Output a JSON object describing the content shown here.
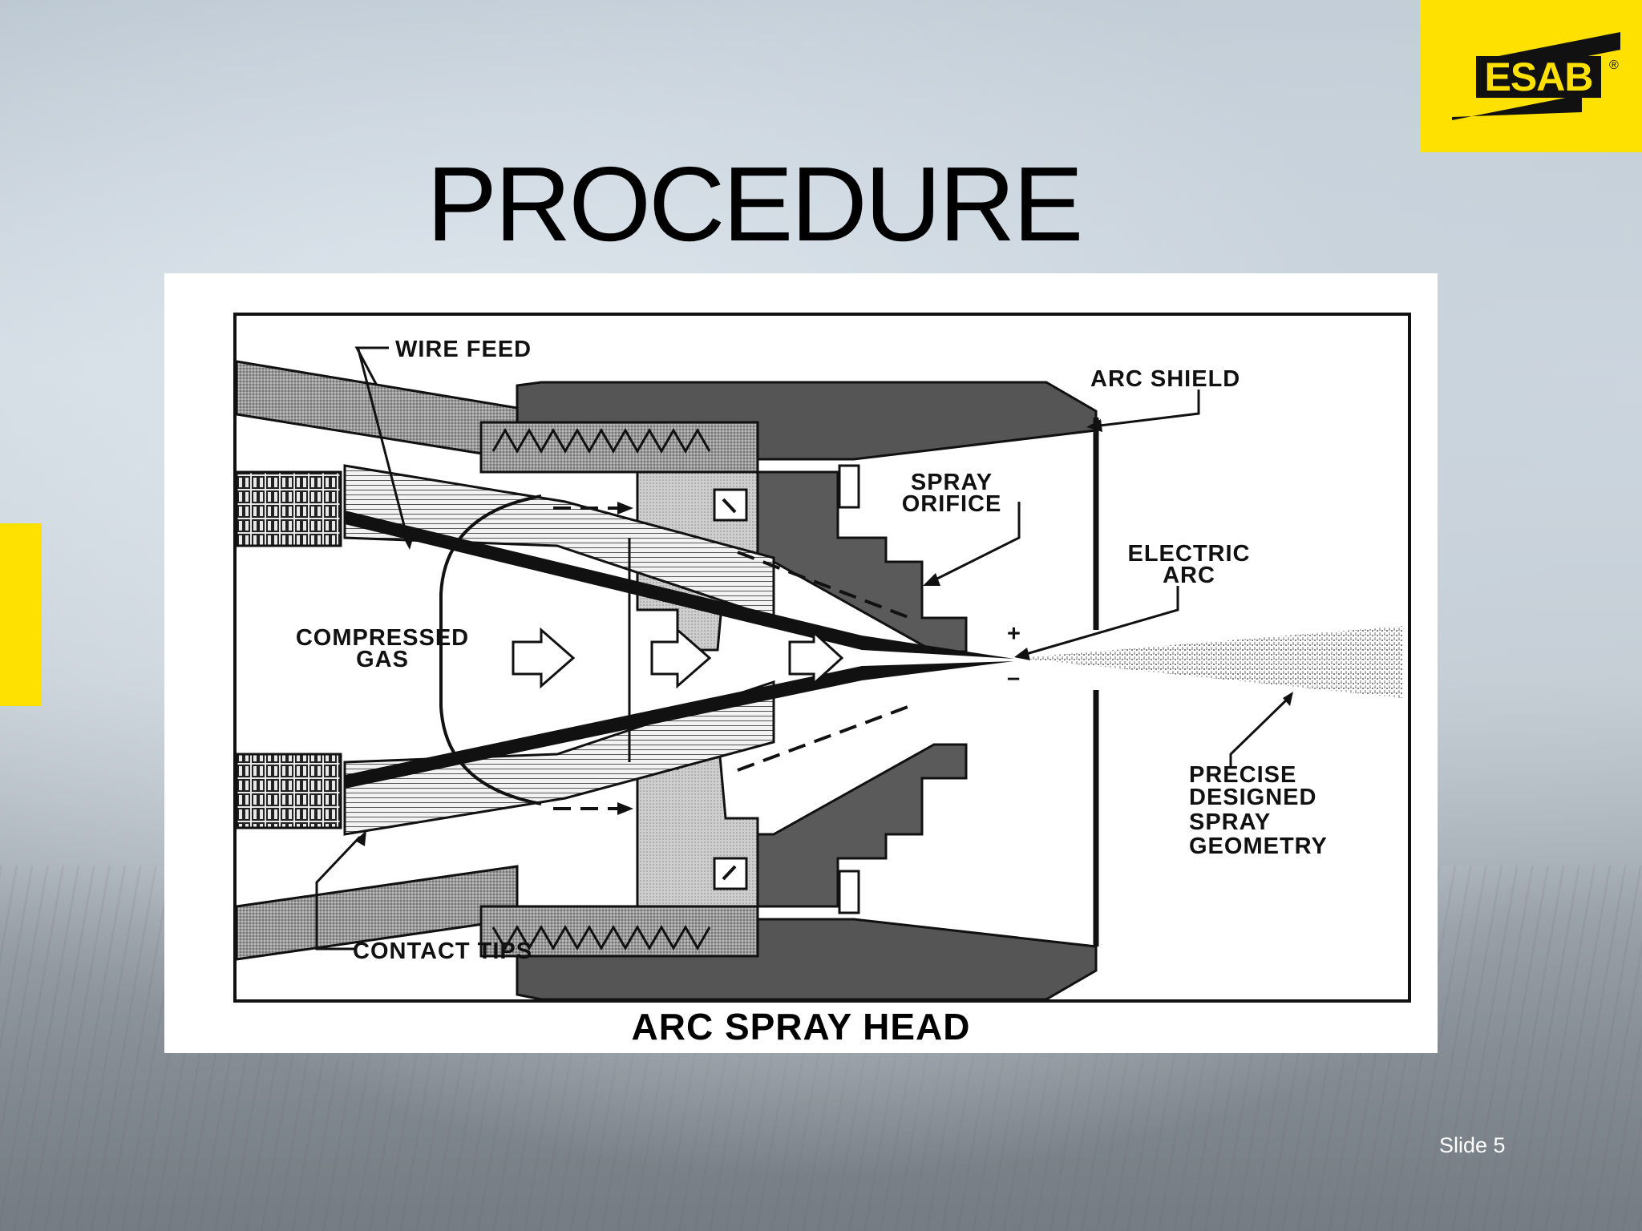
{
  "logo": {
    "text": "ESAB",
    "registered_mark": "®",
    "brand_color": "#ffe100"
  },
  "title": "PROCEDURE",
  "diagram": {
    "caption": "ARC SPRAY HEAD",
    "labels": {
      "wire_feed": "WIRE FEED",
      "arc_shield": "ARC SHIELD",
      "spray_orifice_1": "SPRAY",
      "spray_orifice_2": "ORIFICE",
      "electric_arc_1": "ELECTRIC",
      "electric_arc_2": "ARC",
      "compressed_gas_1": "COMPRESSED",
      "compressed_gas_2": "GAS",
      "plus": "+",
      "minus": "–",
      "precise_1": "PRECISE",
      "precise_2": "DESIGNED",
      "precise_3": "SPRAY",
      "precise_4": "GEOMETRY",
      "contact_tips": "CONTACT TIPS"
    }
  },
  "footer": {
    "slide_number": "Slide 5"
  }
}
